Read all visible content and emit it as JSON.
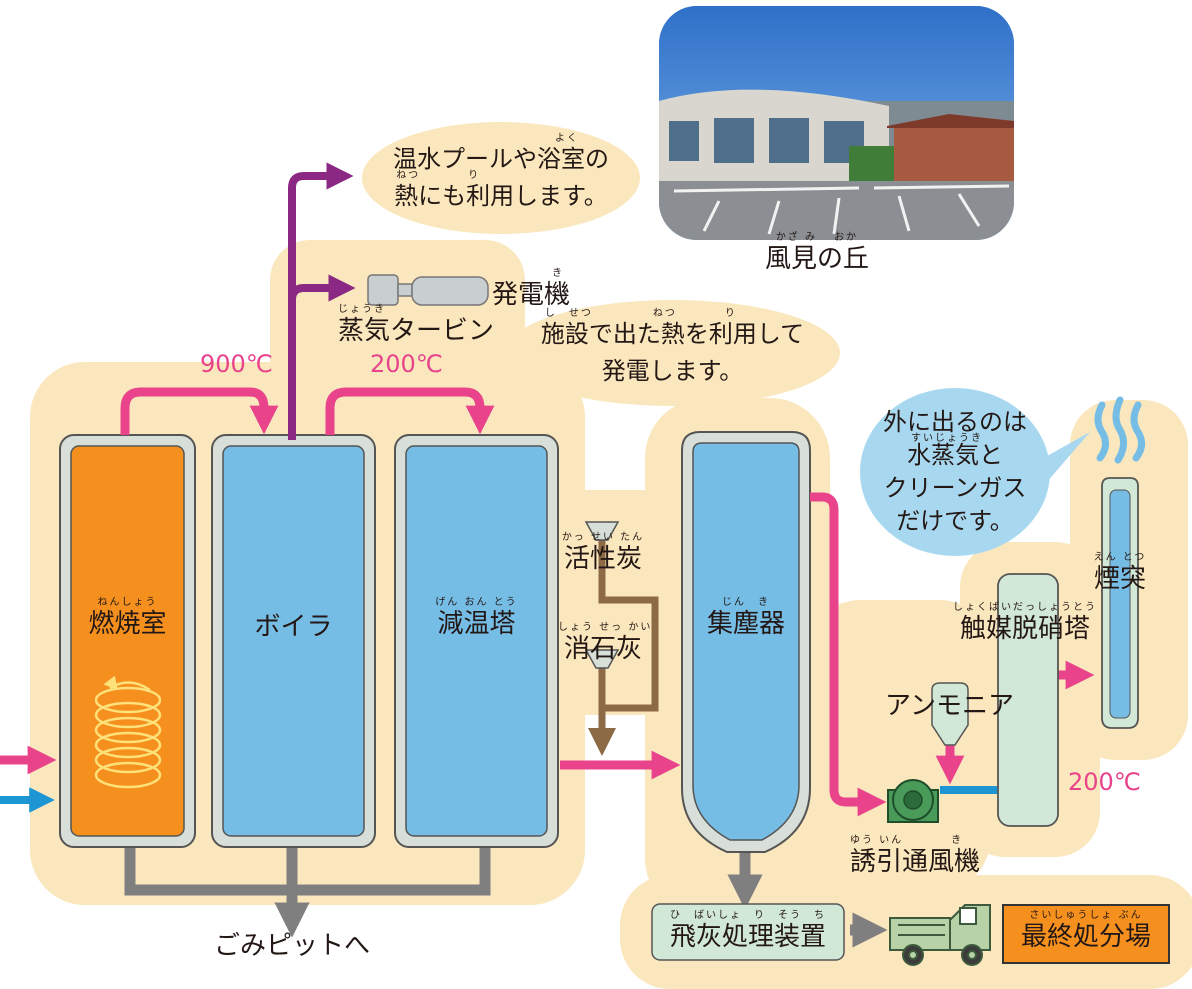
{
  "photo_caption": {
    "ruby": "かざ み　 おか",
    "text": "風見の丘"
  },
  "bubble_pool": {
    "ruby": "よく",
    "line1": "温水プールや浴室の",
    "ruby2": "ねつ　　　　り",
    "line2": "熱にも利用します。"
  },
  "bubble_power": {
    "ruby": "し　せつ　　　　　ねつ　　　　り",
    "line1": "施設で出た熱を利用して",
    "line2": "発電します。"
  },
  "bubble_clean": {
    "line1": "外に出るのは",
    "ruby": "すいじょうき",
    "line2": "水蒸気と",
    "line3": "クリーンガス",
    "line4": "だけです。"
  },
  "generator": {
    "ruby": "き",
    "label": "発電機"
  },
  "turbine": {
    "ruby": "じょうき",
    "label": "蒸気タービン"
  },
  "temps": {
    "t1": "900℃",
    "t2": "200℃",
    "t3": "200℃"
  },
  "furnace": {
    "ruby": "ねんしょう",
    "label": "燃焼室"
  },
  "boiler": {
    "label": "ボイラ"
  },
  "cooling_tower": {
    "ruby": "げん おん とう",
    "label": "減温塔"
  },
  "activated_carbon": {
    "ruby": "かっ せい たん",
    "label": "活性炭"
  },
  "slaked_lime": {
    "ruby": "しょう せっ かい",
    "label": "消石灰"
  },
  "dust_collector": {
    "ruby": "じん　き",
    "label": "集塵器"
  },
  "ammonia": {
    "label": "アンモニア"
  },
  "denitration": {
    "ruby": "しょくばいだっしょうとう",
    "label": "触媒脱硝塔"
  },
  "chimney": {
    "ruby": "えん とつ",
    "label": "煙突"
  },
  "fan": {
    "ruby": "ゆう いん　　　　き",
    "label": "誘引通風機"
  },
  "fly_ash": {
    "ruby": "ひ　ばいしょ　り　そう　ち",
    "label": "飛灰処理装置"
  },
  "landfill": {
    "ruby": "さいしゅうしょ ぶん",
    "label": "最終処分場"
  },
  "pit": {
    "label": "ごみピットへ"
  },
  "colors": {
    "bg_band": "#fbe7bd",
    "furnace": "#f5901e",
    "vessel": "#76bde6",
    "vessel_frame": "#d7dfd8",
    "hot_flow": "#e8438b",
    "steam": "#8a2884",
    "air": "#1e96d4",
    "ash": "#7f7f7f",
    "chemical": "#8c6a45",
    "mint": "#d2e8d6"
  }
}
